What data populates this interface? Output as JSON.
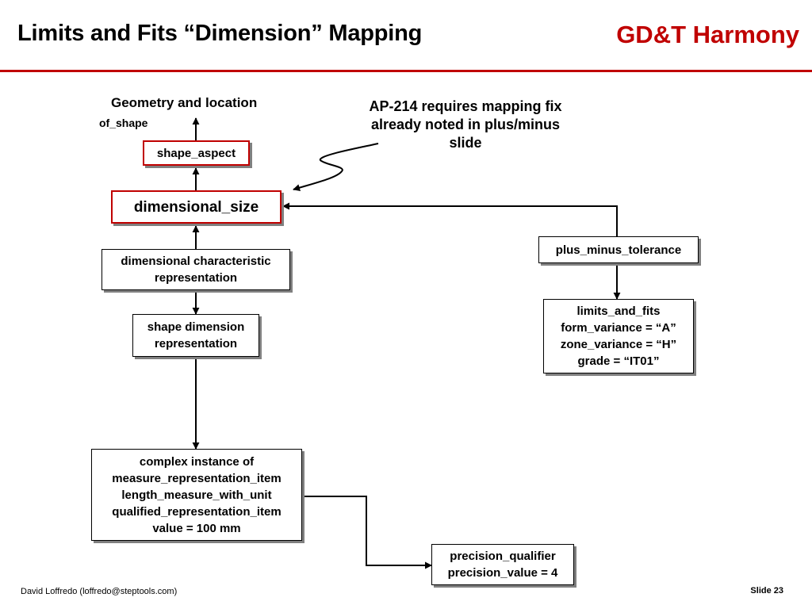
{
  "header": {
    "title": "Limits and Fits “Dimension” Mapping",
    "brand": "GD&T Harmony"
  },
  "colors": {
    "accent": "#c00000"
  },
  "diagram": {
    "top_label": "Geometry and location",
    "of_shape_label": "of_shape",
    "note": "AP-214 requires mapping fix\nalready noted in plus/minus\nslide",
    "nodes": {
      "shape_aspect": "shape_aspect",
      "dimensional_size": "dimensional_size",
      "dim_char_rep": "dimensional characteristic\nrepresentation",
      "shape_dim_rep": "shape dimension\nrepresentation",
      "complex_instance": "complex instance of\nmeasure_representation_item\nlength_measure_with_unit\nqualified_representation_item\nvalue = 100 mm",
      "precision_qualifier": "precision_qualifier\nprecision_value = 4",
      "plus_minus_tolerance": "plus_minus_tolerance",
      "limits_and_fits": "limits_and_fits\nform_variance = “A”\nzone_variance = “H”\ngrade = “IT01”"
    }
  },
  "footer": {
    "author": "David Loffredo (loffredo@steptools.com)",
    "slide": "Slide 23"
  }
}
